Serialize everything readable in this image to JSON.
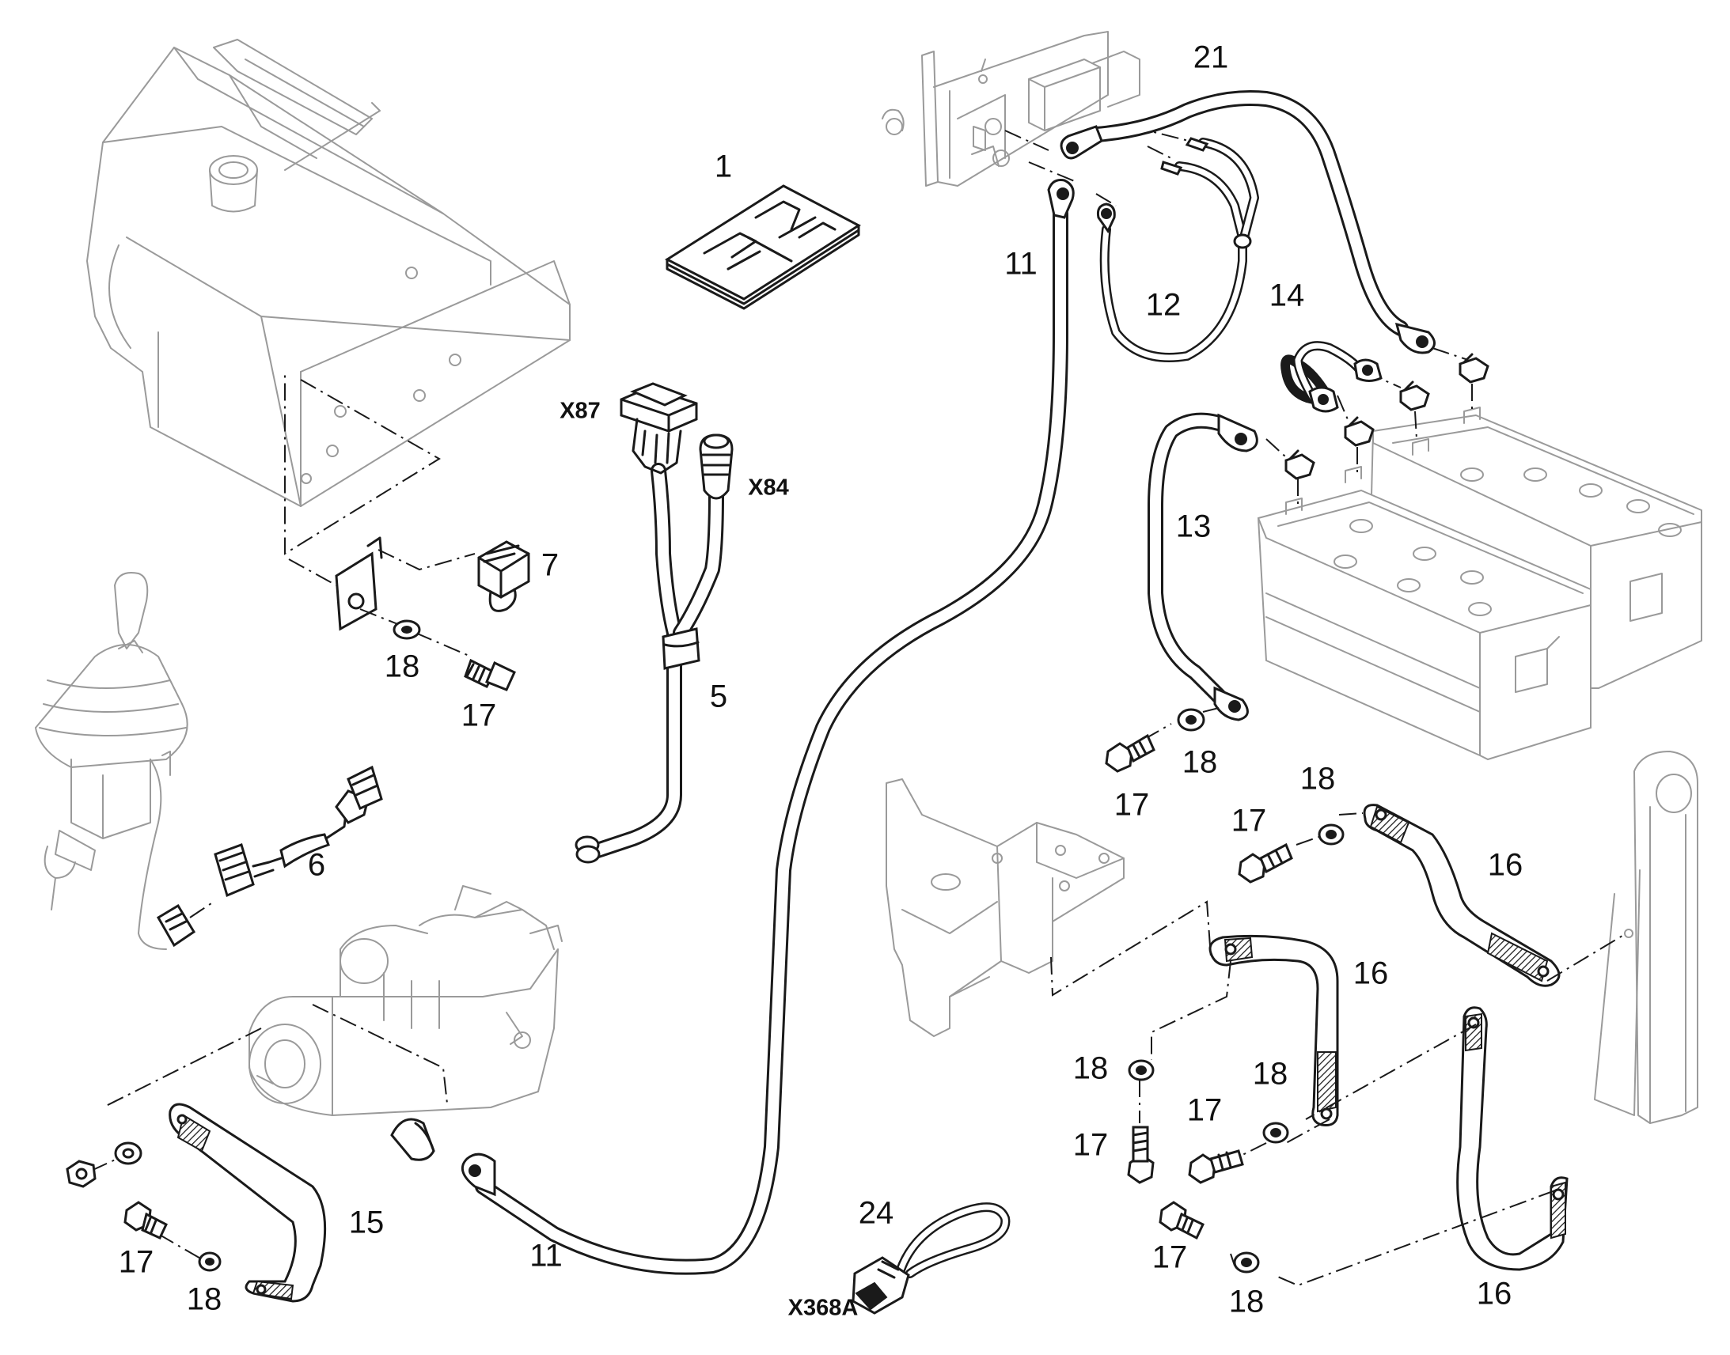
{
  "figure": {
    "background": "#ffffff",
    "line_color": "#1a1a1a",
    "component_line_color": "#9a9a9a"
  },
  "callouts": {
    "c1": "1",
    "c21": "21",
    "c11_top": "11",
    "c12": "12",
    "c14": "14",
    "c13": "13",
    "c7": "7",
    "c18_a": "18",
    "c17_a": "17",
    "c5": "5",
    "c6": "6",
    "c17_b": "17",
    "c18_b": "18",
    "c17_c": "17",
    "c18_c": "18",
    "c16_a": "16",
    "c16_b": "16",
    "c18_d": "18",
    "c18_e": "18",
    "c17_d": "17",
    "c17_e": "17",
    "c15": "15",
    "c17_f": "17",
    "c18_f": "18",
    "c11_bottom": "11",
    "c24": "24",
    "c17_g": "17",
    "c18_g": "18",
    "c16_c": "16"
  },
  "connectors": {
    "x87": "X87",
    "x84": "X84",
    "x368a": "X368A"
  }
}
